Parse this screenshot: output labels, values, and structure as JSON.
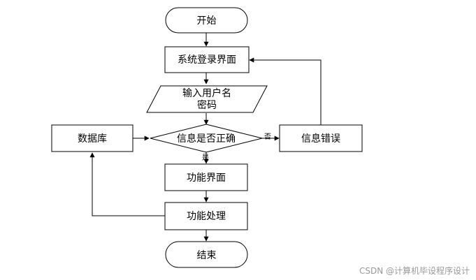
{
  "nodes": {
    "start": "开始",
    "login": "系统登录界面",
    "input_line1": "输入用户名",
    "input_line2": "密码",
    "check": "信息是否正确",
    "database": "数据库",
    "error": "信息错误",
    "function_page": "功能界面",
    "function_process": "功能处理",
    "end": "结束"
  },
  "edge_labels": {
    "no": "否",
    "yes": "是"
  },
  "watermark": "CSDN @计算机毕设程序设计"
}
